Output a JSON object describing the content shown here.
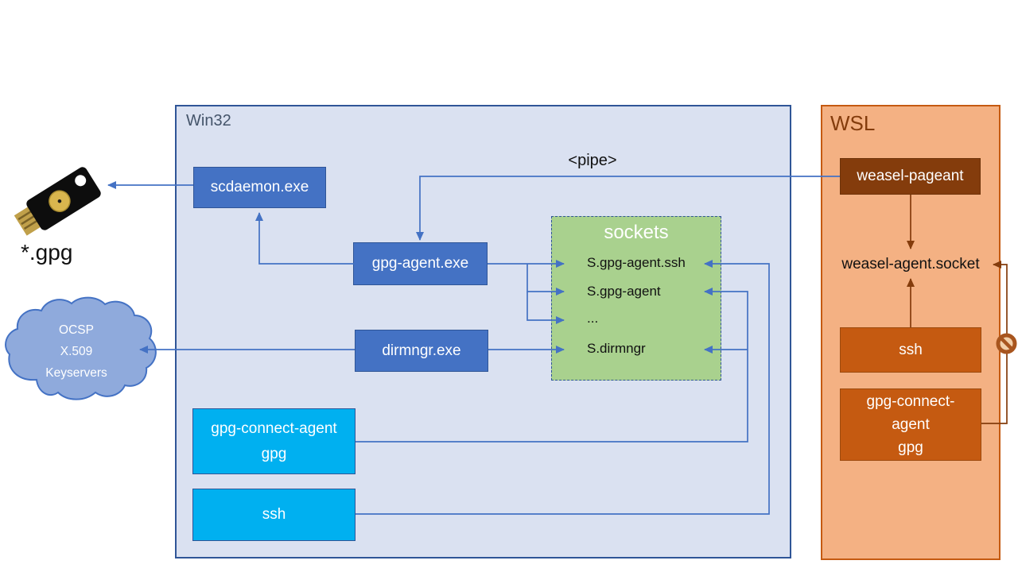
{
  "win32": {
    "label": "Win32",
    "scdaemon": "scdaemon.exe",
    "gpg_agent": "gpg-agent.exe",
    "dirmngr": "dirmngr.exe",
    "gpg_connect_lines": [
      "gpg-connect-agent",
      "gpg"
    ],
    "ssh": "ssh"
  },
  "sockets": {
    "title": "sockets",
    "rows": [
      "S.gpg-agent.ssh",
      "S.gpg-agent",
      "...",
      "S.dirmngr"
    ]
  },
  "wsl": {
    "label": "WSL",
    "weasel_pageant": "weasel-pageant",
    "weasel_socket": "weasel-agent.socket",
    "ssh": "ssh",
    "gpg_connect_lines": [
      "gpg-connect-",
      "agent",
      "gpg"
    ]
  },
  "annotations": {
    "pipe": "<pipe>",
    "gpg_files": "*.gpg",
    "cloud_lines": [
      "OCSP",
      "X.509",
      "Keyservers"
    ]
  },
  "icons": {
    "yubikey": "usb-security-key",
    "cloud": "network-cloud",
    "no_entry": "prohibition-sign"
  },
  "colors": {
    "win32_fill": "#dae1f1",
    "win32_border": "#2f5597",
    "blue_box": "#4472c4",
    "cyan_box": "#00b0f0",
    "green_box": "#a9d18e",
    "wsl_fill": "#f4b183",
    "wsl_box": "#c55a11",
    "wsl_dark_box": "#843c0c",
    "arrow_blue": "#4472c4",
    "arrow_brown": "#843c0c",
    "cloud_fill": "#8faadc"
  }
}
